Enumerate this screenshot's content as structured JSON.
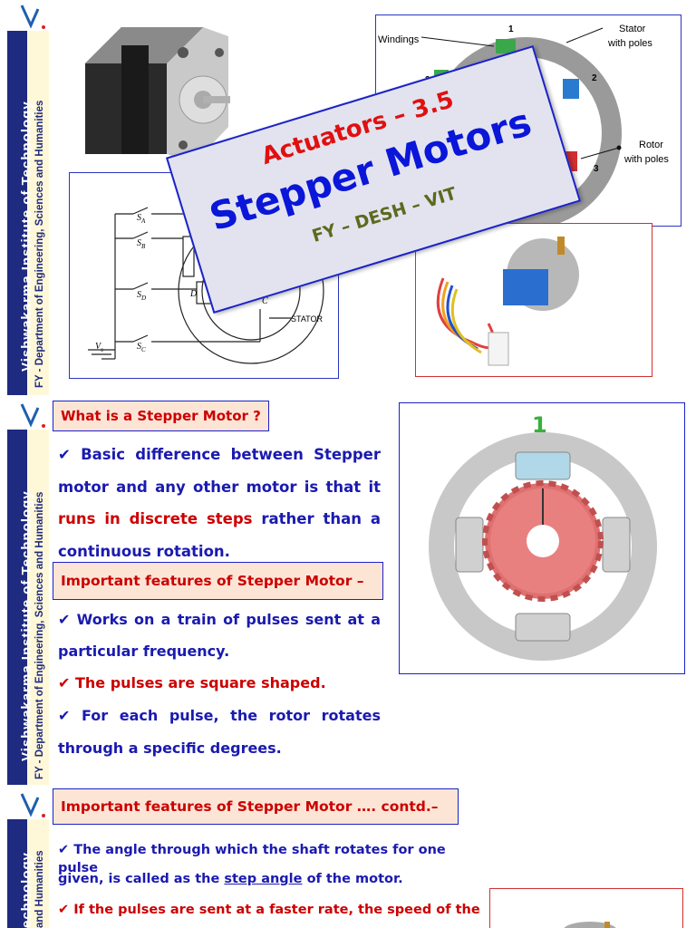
{
  "sidebar": {
    "institute": "Vishwakarma Institute of Technology",
    "department": "FY - Department of Engineering, Sciences and Humanities",
    "institute_partial": "echnology",
    "department_partial": "and Humanities"
  },
  "slide1": {
    "title_line1": "Actuators – 3.5",
    "title_line2": "Stepper Motors",
    "subtitle": "FY – DESH – VIT",
    "diagram": {
      "windings": "Windings",
      "stator": "Stator",
      "with_poles": "with poles",
      "rotor": "Rotor",
      "rotor_poles": "with poles",
      "pole_1": "1",
      "pole_2": "2",
      "pole_3": "3",
      "pole_3b": "3"
    },
    "circuit": {
      "sa": "S",
      "sa_sub": "A",
      "sb": "S",
      "sb_sub": "B",
      "sd": "S",
      "sd_sub": "D",
      "sc": "S",
      "sc_sub": "C",
      "vs": "V",
      "vs_sub": "s",
      "d_label": "D",
      "c_label": "C",
      "stator_label": "STATOR"
    }
  },
  "slide2": {
    "header1": "What is a Stepper Motor ?",
    "para1_check": "✔",
    "para1_a": "Basic difference between Stepper motor and any other motor is that it",
    "para1_red": "runs in discrete steps",
    "para1_b": "rather than a continuous rotation.",
    "header2": "Important features of Stepper Motor –",
    "f1_check": "✔",
    "f1": "Works on a train of pulses sent at a particular frequency.",
    "f2_check": "✔",
    "f2": "The pulses are square shaped.",
    "f3_check": "✔",
    "f3": "For each pulse, the rotor rotates through a specific degrees.",
    "animation_label": "1"
  },
  "slide3": {
    "header": "Important features of Stepper Motor …. contd.–",
    "line1": "✔ The angle through which the shaft rotates for one pulse",
    "line2_a": "given, is called as the",
    "line2_u": "step angle",
    "line2_b": "of the motor.",
    "line3": "✔ If the pulses are sent at a faster rate, the speed of the"
  },
  "colors": {
    "sidebar_blue": "#1f2b80",
    "header_border": "#1a22c8",
    "header_fill": "#fde5d6",
    "accent_red": "#cc0000",
    "text_blue": "#1a1ab0",
    "title_blue": "#0a16d8",
    "subtitle_olive": "#5b6b1e"
  }
}
